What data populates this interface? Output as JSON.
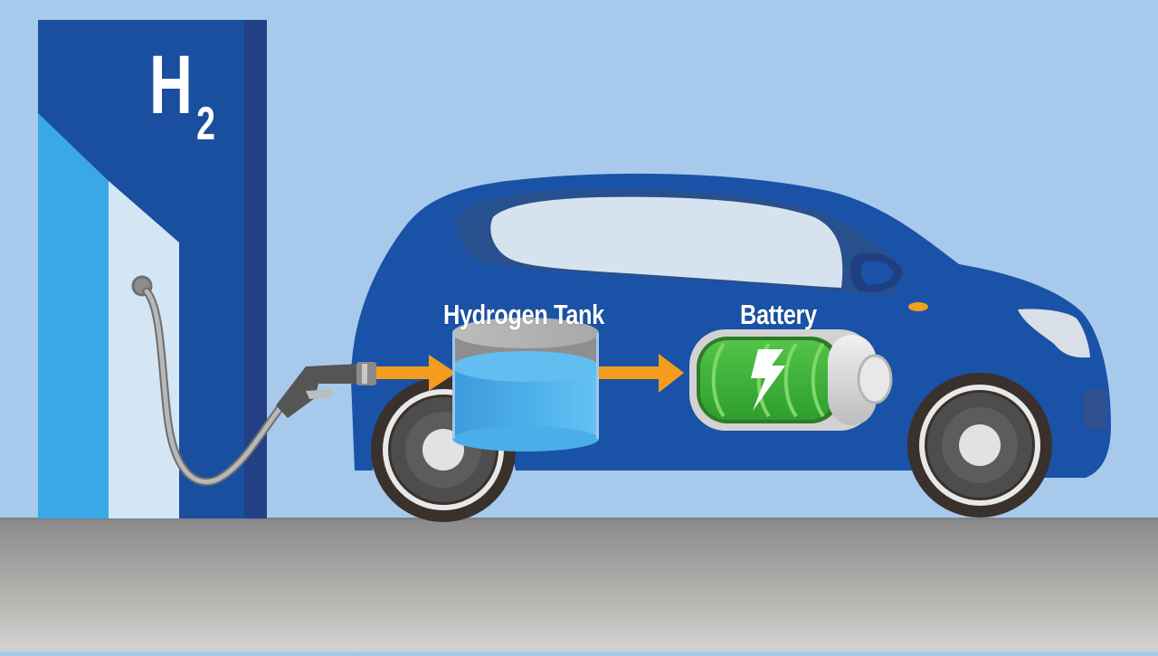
{
  "scene": {
    "title": "Hydrogen fuel cell car refueling diagram",
    "station": {
      "label_main": "H",
      "label_sub": "2"
    },
    "labels": {
      "tank": "Hydrogen Tank",
      "battery": "Battery"
    },
    "flow": [
      "station-nozzle",
      "hydrogen-tank",
      "battery"
    ],
    "colors": {
      "sky": "#a7c9ec",
      "station_blue": "#1a4fa0",
      "station_dark": "#233f86",
      "station_light_blue": "#3aa8e6",
      "station_panel": "#d4e6f4",
      "car_body": "#1a52a8",
      "arrow": "#f39c1e",
      "tank_water": "#4aaee8",
      "tank_gray": "#9a9a9a",
      "battery_green": "#3fb53a",
      "ground_top": "#8f8f8f",
      "ground_bottom": "#d2d2d0"
    }
  }
}
